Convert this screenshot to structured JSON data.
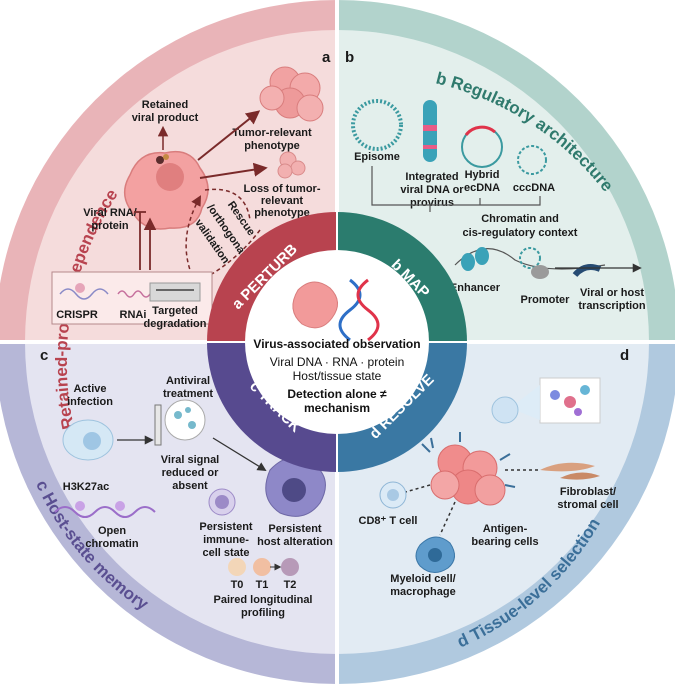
{
  "colors": {
    "q_a": "#f2d3d3",
    "q_a_ring": "#e7a9ad",
    "q_a_text": "#b8434f",
    "q_b": "#dde9e6",
    "q_b_ring": "#a9cdc6",
    "q_b_text": "#2f7a6d",
    "q_c": "#dfe0ef",
    "q_c_ring": "#a9aad0",
    "q_c_text": "#5a4f91",
    "q_d": "#dde8f1",
    "q_d_ring": "#a8c3db",
    "q_d_text": "#3b6f99",
    "inner_a": "#b8434f",
    "inner_b": "#2b7c6e",
    "inner_c": "#574a8f",
    "inner_d": "#3a78a3",
    "cell_pink": "#f08c8c",
    "arrow": "#7a2a2a"
  },
  "outer": {
    "a": {
      "letter": "a",
      "title": "Retained-product dependence"
    },
    "b": {
      "letter": "b",
      "title": "Regulatory architecture"
    },
    "c": {
      "letter": "c",
      "title": "Host-state memory"
    },
    "d": {
      "letter": "d",
      "title": "Tissue-level selection"
    }
  },
  "inner": {
    "a": "a PERTURB",
    "b": "b MAP",
    "c": "c TRACK",
    "d": "d RESOLVE"
  },
  "center": {
    "title": "Virus-associated observation",
    "line1": "Viral DNA · RNA · protein",
    "line2": "Host/tissue state",
    "note1": "Detection alone ≠",
    "note2": "mechanism"
  },
  "panel_a": {
    "letter": "a",
    "retained1": "Retained",
    "retained2": "viral product",
    "tumor1": "Tumor-relevant",
    "tumor2": "phenotype",
    "loss1": "Loss of tumor-",
    "loss2": "relevant",
    "loss3": "phenotype",
    "viral_rna1": "Viral RNA/",
    "viral_rna2": "protein",
    "rescue1": "Rescue",
    "rescue2": "/orthogonal",
    "rescue3": "validation",
    "crispr": "CRISPR",
    "rnai": "RNAi",
    "targeted1": "Targeted",
    "targeted2": "degradation"
  },
  "panel_b": {
    "letter": "b",
    "episome": "Episome",
    "integrated1": "Integrated",
    "integrated2": "viral DNA or",
    "integrated3": "provirus",
    "hybrid1": "Hybrid",
    "hybrid2": "ecDNA",
    "cccdna": "cccDNA",
    "chromatin1": "Chromatin and",
    "chromatin2": "cis-regulatory context",
    "enhancer": "Enhancer",
    "promoter": "Promoter",
    "transcription1": "Viral or host",
    "transcription2": "transcription"
  },
  "panel_c": {
    "letter": "c",
    "active1": "Active",
    "active2": "infection",
    "antiviral1": "Antiviral",
    "antiviral2": "treatment",
    "reduced1": "Viral signal",
    "reduced2": "reduced or",
    "reduced3": "absent",
    "h3k27ac": "H3K27ac",
    "open1": "Open",
    "open2": "chromatin",
    "immune1": "Persistent",
    "immune2": "immune-",
    "immune3": "cell state",
    "host1": "Persistent",
    "host2": "host alteration",
    "t0": "T0",
    "t1": "T1",
    "t2": "T2",
    "paired1": "Paired longitudinal",
    "paired2": "profiling"
  },
  "panel_d": {
    "letter": "d",
    "fibro1": "Fibroblast/",
    "fibro2": "stromal cell",
    "cd8": "CD8⁺ T cell",
    "antigen1": "Antigen-",
    "antigen2": "bearing cells",
    "myeloid1": "Myeloid cell/",
    "myeloid2": "macrophage"
  }
}
